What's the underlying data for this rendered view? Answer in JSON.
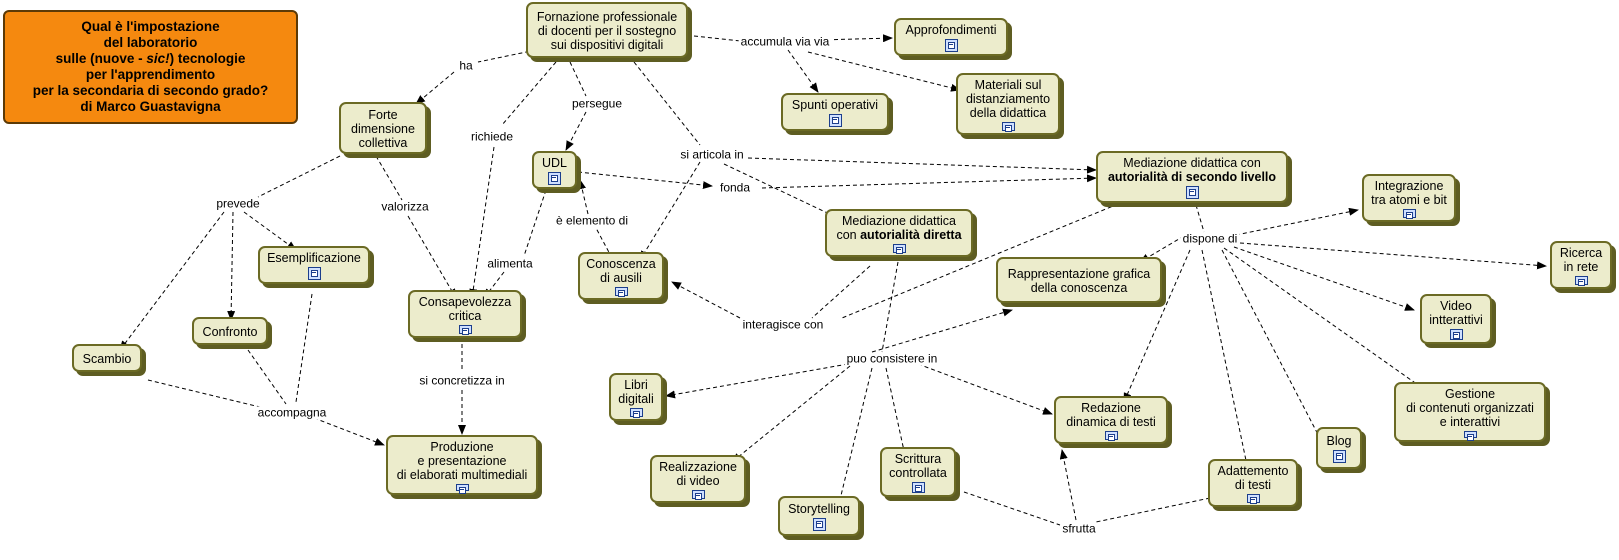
{
  "title": {
    "line1": "Qual è l'impostazione",
    "line2": "del laboratorio",
    "line3_pre": "sulle (nuove - ",
    "line3_em": "sic!",
    "line3_post": ") tecnologie",
    "line4": "per l'apprendimento",
    "line5": "per la secondaria di secondo grado?",
    "line6": "di Marco Guastavigna"
  },
  "concepts": {
    "fornazione": [
      "Fornazione professionale",
      "di docenti per il sostegno",
      "sui dispositivi digitali"
    ],
    "approfondimenti": [
      "Approfondimenti"
    ],
    "spunti": [
      "Spunti operativi"
    ],
    "materiali": [
      "Materiali sul",
      "distanziamento",
      "della didattica"
    ],
    "forte": [
      "Forte",
      "dimensione",
      "collettiva"
    ],
    "udl": [
      "UDL"
    ],
    "mediazione2_l1": "Mediazione didattica con",
    "mediazione2_l2": "autorialità di secondo livello",
    "integrazione": [
      "Integrazione",
      "tra atomi e bit"
    ],
    "ricerca": [
      "Ricerca",
      "in rete"
    ],
    "mediazione1_l1": "Mediazione didattica",
    "mediazione1_l2_pre": "con ",
    "mediazione1_l2_bold": "autorialità diretta",
    "rappresentazione": [
      "Rappresentazione grafica",
      "della conoscenza"
    ],
    "esemplificazione": [
      "Esemplificazione"
    ],
    "conoscenza": [
      "Conoscenza",
      "di ausili"
    ],
    "consapevolezza": [
      "Consapevolezza",
      "critica"
    ],
    "confronto": [
      "Confronto"
    ],
    "scambio": [
      "Scambio"
    ],
    "video": [
      "Video",
      "intterattivi"
    ],
    "gestione": [
      "Gestione",
      "di contenuti organizzati",
      "e interattivi"
    ],
    "libri": [
      "Libri",
      "digitali"
    ],
    "redazione": [
      "Redazione",
      "dinamica di testi"
    ],
    "blog": [
      "Blog"
    ],
    "produzione": [
      "Produzione",
      "e presentazione",
      "di elaborati multimediali"
    ],
    "realizzazione": [
      "Realizzazione",
      "di video"
    ],
    "scrittura": [
      "Scrittura",
      "controllata"
    ],
    "adattamento": [
      "Adattemento",
      "di testi"
    ],
    "storytelling": [
      "Storytelling"
    ]
  },
  "links": {
    "accumula": "accumula via via",
    "ha": "ha",
    "persegue": "persegue",
    "richiede": "richiede",
    "si_articola": "si articola in",
    "fonda": "fonda",
    "prevede": "prevede",
    "valorizza": "valorizza",
    "elemento": "è elemento di",
    "alimenta": "alimenta",
    "dispone": "dispone di",
    "interagisce": "interagisce con",
    "puo_consistere": "puo consistere in",
    "si_concretizza": "si concretizza in",
    "accompagna": "accompagna",
    "sfrutta": "sfrutta"
  },
  "colors": {
    "title_fill": "#f5890f",
    "concept_fill": "#ececcc",
    "concept_border": "#6b6a24",
    "link_line": "#000000"
  },
  "icons": {
    "resource": "document-resource-icon"
  }
}
